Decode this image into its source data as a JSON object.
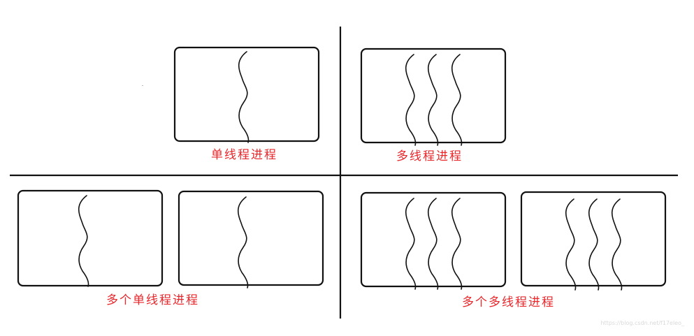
{
  "diagram": {
    "quadrants": [
      {
        "id": "single-thread-process",
        "caption": "单线程进程",
        "processes": 1,
        "threads_per_process": 1
      },
      {
        "id": "multi-thread-process",
        "caption": "多线程进程",
        "processes": 1,
        "threads_per_process": 3
      },
      {
        "id": "multiple-single-thread-processes",
        "caption": "多个单线程进程",
        "processes": 2,
        "threads_per_process": 1
      },
      {
        "id": "multiple-multi-thread-processes",
        "caption": "多个多线程进程",
        "processes": 2,
        "threads_per_process": 3
      }
    ],
    "watermark": "https://blog.csdn.net/f17eleo_",
    "colors": {
      "caption": "#e8272b",
      "stroke": "#111111"
    }
  }
}
